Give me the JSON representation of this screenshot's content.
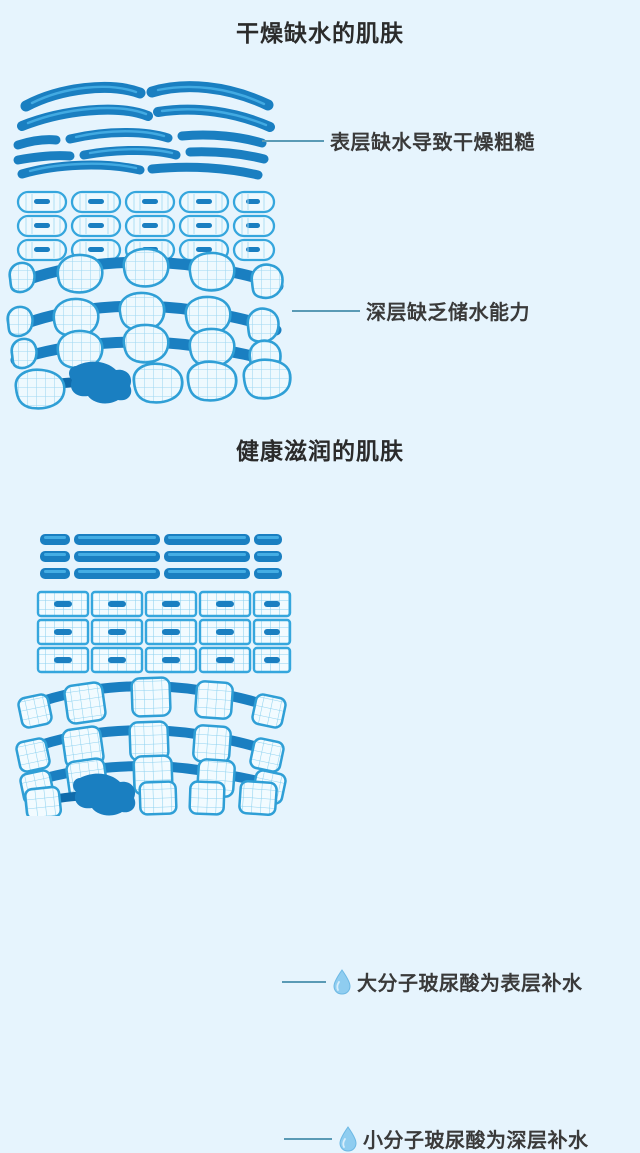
{
  "meta": {
    "background_color": "#e6f4fd",
    "primary_blue": "#1a7fc1",
    "dark_blue": "#0f6bab",
    "light_cell_fill": "#eaf7fe",
    "cell_stroke": "#35a6dd",
    "leader_color": "#5a9ab5",
    "title_color": "#2b2b2b",
    "label_color": "#3a3a3a",
    "droplet_color": "#8fcdf0"
  },
  "sections": [
    {
      "id": "dry-skin",
      "title": "干燥缺水的肌肤",
      "callouts": [
        {
          "id": "surface-dry",
          "text": "表层缺水导致干燥粗糙",
          "icon": null
        },
        {
          "id": "deep-dry",
          "text": "深层缺乏储水能力",
          "icon": null
        }
      ]
    },
    {
      "id": "healthy-skin",
      "title": "健康滋润的肌肤",
      "callouts": [
        {
          "id": "big-molecule",
          "text": "大分子玻尿酸为表层补水",
          "icon": "water-droplet-icon"
        },
        {
          "id": "small-molecule",
          "text": "小分子玻尿酸为深层补水",
          "icon": "water-droplet-icon"
        }
      ]
    }
  ]
}
